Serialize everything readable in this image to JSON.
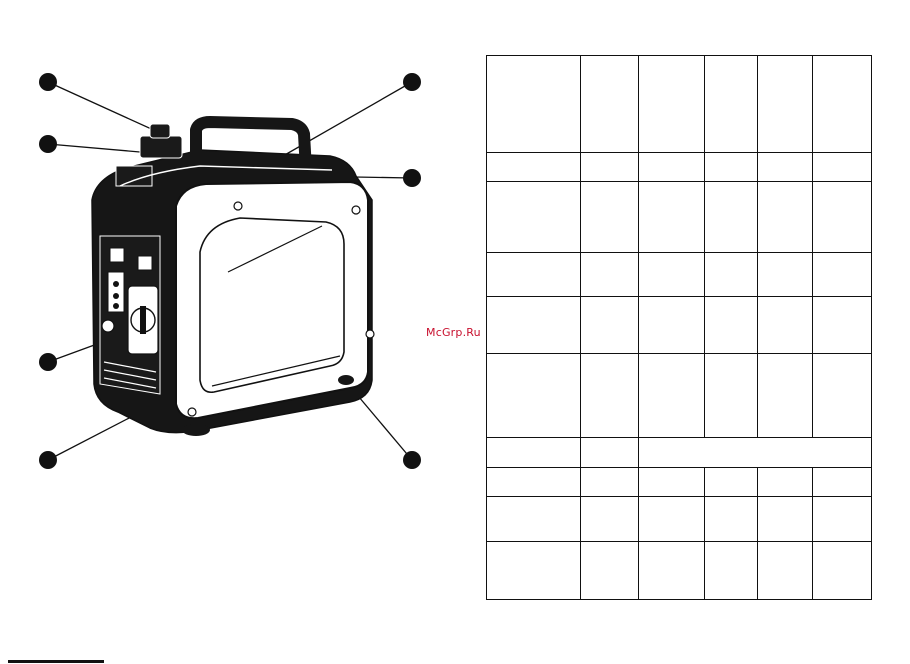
{
  "watermark": {
    "text": "McGrp.Ru",
    "color": "#c8102e"
  },
  "figure": {
    "subject": "inverter generator line drawing",
    "callouts_count": 7
  },
  "table": {
    "columns": 6,
    "rows": [
      [
        "",
        "",
        "",
        "",
        "",
        ""
      ],
      [
        "",
        "",
        "",
        "",
        "",
        ""
      ],
      [
        "",
        "",
        "",
        "",
        "",
        ""
      ],
      [
        "",
        "",
        "",
        "",
        "",
        ""
      ],
      [
        "",
        "",
        "",
        "",
        "",
        ""
      ],
      [
        "",
        "",
        "",
        "",
        "",
        ""
      ],
      [
        "",
        "",
        ""
      ],
      [
        "",
        "",
        "",
        "",
        "",
        ""
      ],
      [
        "",
        "",
        "",
        "",
        "",
        ""
      ],
      [
        "",
        "",
        "",
        "",
        "",
        ""
      ]
    ]
  }
}
